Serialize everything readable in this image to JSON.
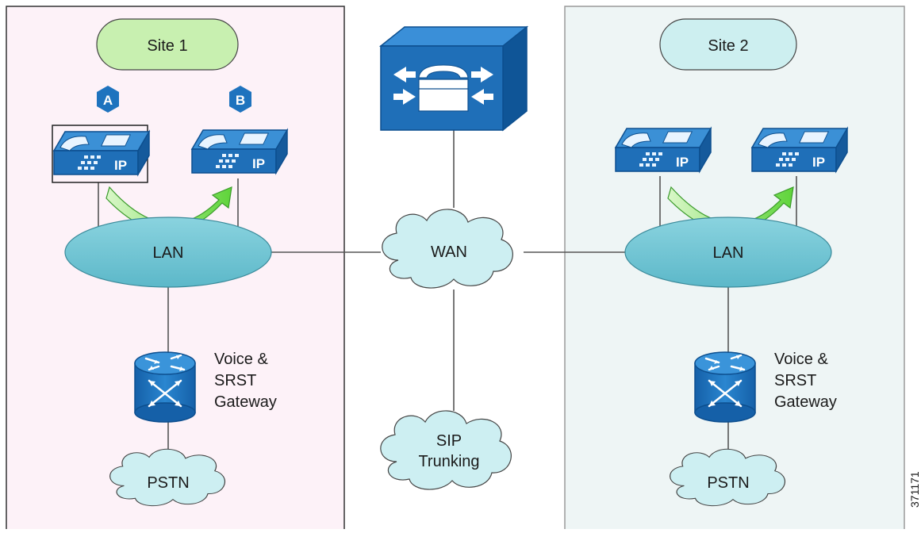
{
  "site1": {
    "label": "Site 1",
    "phone_a_badge": "A",
    "phone_b_badge": "B",
    "phone_label": "IP",
    "lan_label": "LAN",
    "gateway_label_lines": [
      "Voice &",
      "SRST",
      "Gateway"
    ],
    "pstn_label": "PSTN"
  },
  "site2": {
    "label": "Site 2",
    "phone_label": "IP",
    "lan_label": "LAN",
    "gateway_label_lines": [
      "Voice &",
      "SRST",
      "Gateway"
    ],
    "pstn_label": "PSTN"
  },
  "center": {
    "wan_label": "WAN",
    "sip_label_lines": [
      "SIP",
      "Trunking"
    ]
  },
  "figure_id": "371171",
  "colors": {
    "site1_bg": "#fdf2f8",
    "site2_bg": "#eef5f5",
    "site1_pill": "#c8f0b0",
    "site2_pill": "#cdeff0",
    "badge": "#1e73be",
    "device_blue": "#1f6fb8",
    "lan_fill": "#76c8d6",
    "cloud_fill": "#cdeff2",
    "arrow_green": "#6fdc4f"
  }
}
